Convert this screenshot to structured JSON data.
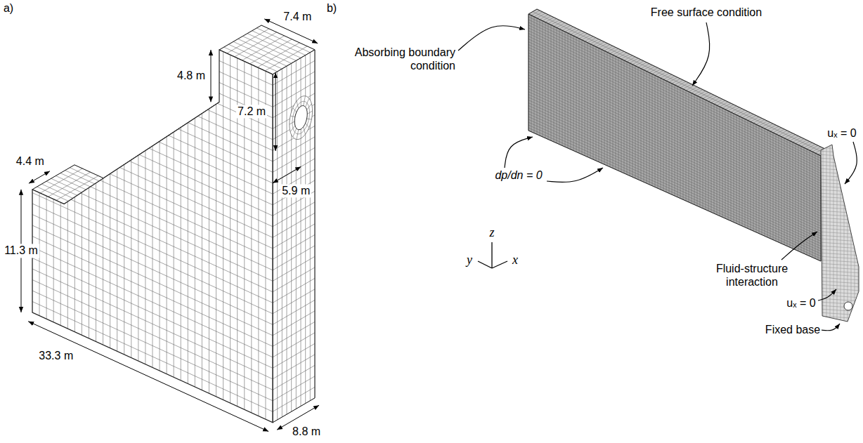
{
  "diagram": {
    "labels": [
      "a)",
      "7.4 m",
      "4.8 m",
      "7.2 m",
      "5.9 m",
      "4.4 m",
      "11.3 m",
      "33.3 m",
      "8.8 m",
      "b)",
      "Absorbing boundary condition",
      "Free surface condition",
      "dp/dn = 0",
      "Fluid-structure interaction",
      "uₓ = 0",
      "uₓ = 0",
      "Fixed base",
      "z",
      "y",
      "x"
    ]
  }
}
